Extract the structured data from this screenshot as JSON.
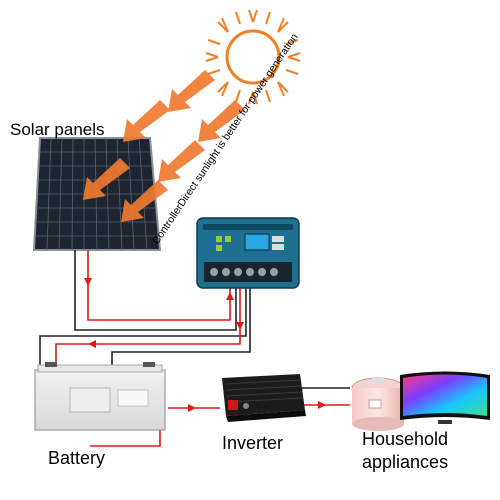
{
  "labels": {
    "solar_panels": "Solar panels",
    "note": "ControllerDirect sunlight is better for power generation",
    "battery": "Battery",
    "inverter": "Inverter",
    "household_line1": "Household",
    "household_line2": "appliances"
  },
  "colors": {
    "sun": "#f08020",
    "arrow": "#f07a30",
    "panel": "#1e2430",
    "controller": "#1f6f90",
    "controller_screen": "#2aa7e0",
    "wire_red": "#e01818",
    "wire_black": "#222222"
  },
  "icons": [
    "sun-icon",
    "solar-panel-icon",
    "charge-controller-icon",
    "battery-icon",
    "inverter-icon",
    "rice-cooker-icon",
    "television-icon"
  ]
}
